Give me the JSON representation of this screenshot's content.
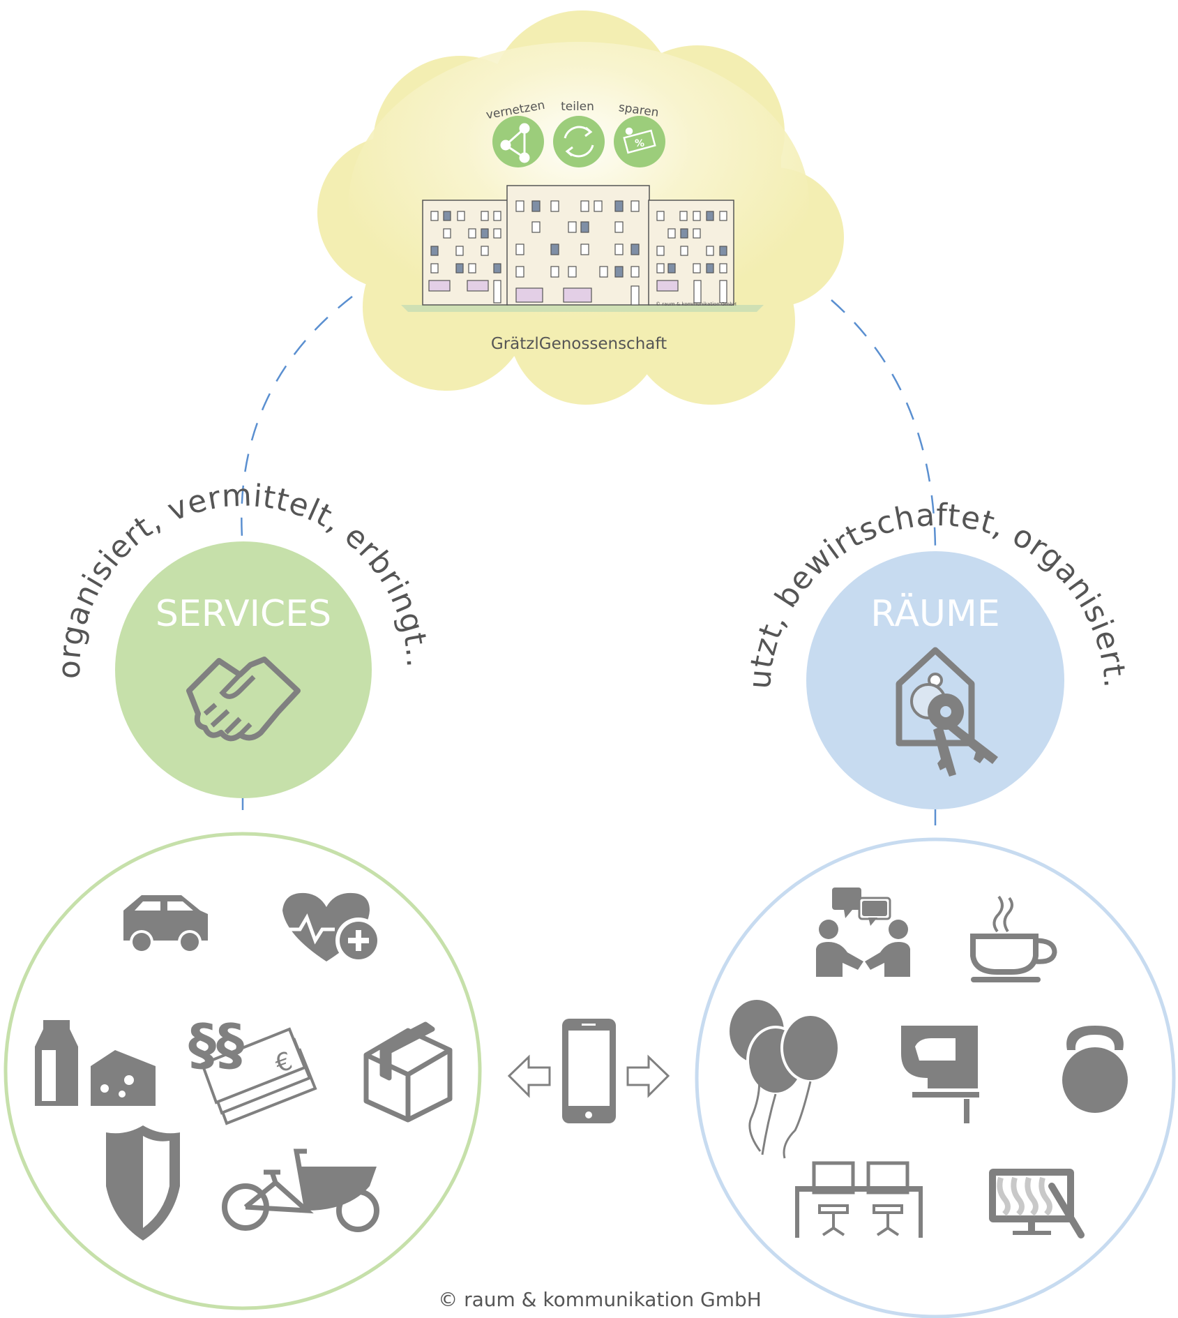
{
  "cloud": {
    "values": [
      {
        "label": "vernetzen",
        "icon": "network-icon"
      },
      {
        "label": "teilen",
        "icon": "share-cycle-icon"
      },
      {
        "label": "sparen",
        "icon": "savings-icon"
      }
    ],
    "title": "GrätzlGenossenschaft",
    "building_credit": "© raum & kommunikation GmbH"
  },
  "services": {
    "title": "SERVICES",
    "arc_text": "organisiert, vermittelt, erbringt...",
    "icon": "handshake-icon",
    "items": [
      "car-icon",
      "health-heart-icon",
      "groceries-icon",
      "finance-legal-icon",
      "parcel-icon",
      "security-shield-icon",
      "cargo-bike-icon"
    ]
  },
  "raeume": {
    "title": "RÄUME",
    "arc_text": "nutzt, bewirtschaftet, organisiert...",
    "icon": "house-keys-icon",
    "items": [
      "meeting-icon",
      "coffee-icon",
      "party-balloons-icon",
      "tool-jigsaw-icon",
      "fitness-kettlebell-icon",
      "coworking-icon",
      "art-studio-icon"
    ]
  },
  "center": {
    "icon": "smartphone-icon"
  },
  "footer": {
    "copyright": "© raum & kommunikation GmbH"
  },
  "colors": {
    "cloud": "#f4efb5",
    "green": "#c6e0aa",
    "blue": "#c7dbf0",
    "grey_icon": "#808080",
    "dash": "#5a8fd0"
  }
}
